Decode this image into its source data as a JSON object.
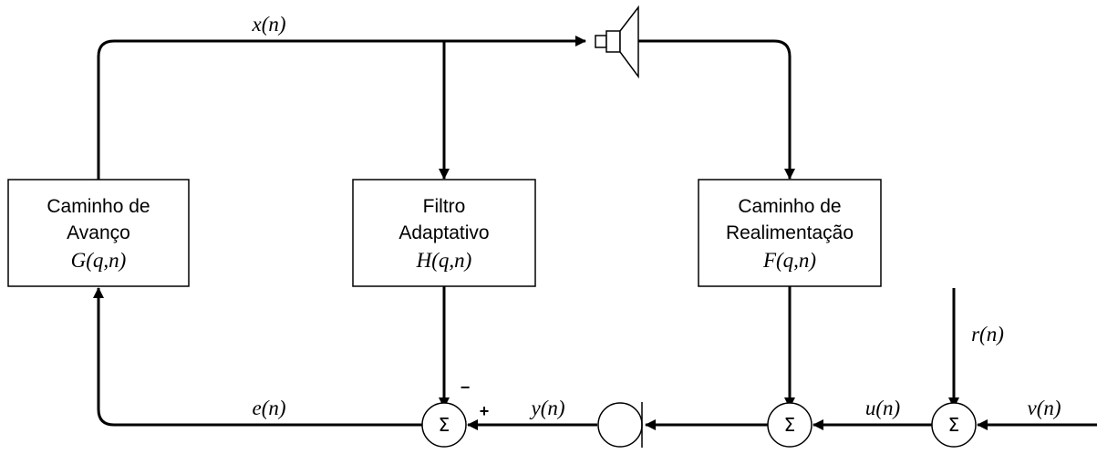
{
  "blocks": {
    "forward": {
      "line1": "Caminho de",
      "line2": "Avanço",
      "func": "G(q,n)"
    },
    "adaptive": {
      "line1": "Filtro",
      "line2": "Adaptativo",
      "func": "H(q,n)"
    },
    "feedback": {
      "line1": "Caminho de",
      "line2": "Realimentação",
      "func": "F(q,n)"
    }
  },
  "signals": {
    "x": "x(n)",
    "e": "e(n)",
    "y": "y(n)",
    "u": "u(n)",
    "r": "r(n)",
    "v": "v(n)"
  },
  "summing_symbol": "Σ",
  "signs": {
    "minus": "−",
    "plus": "+"
  },
  "icons": {
    "speaker": "speaker-icon",
    "microphone": "microphone-icon"
  }
}
